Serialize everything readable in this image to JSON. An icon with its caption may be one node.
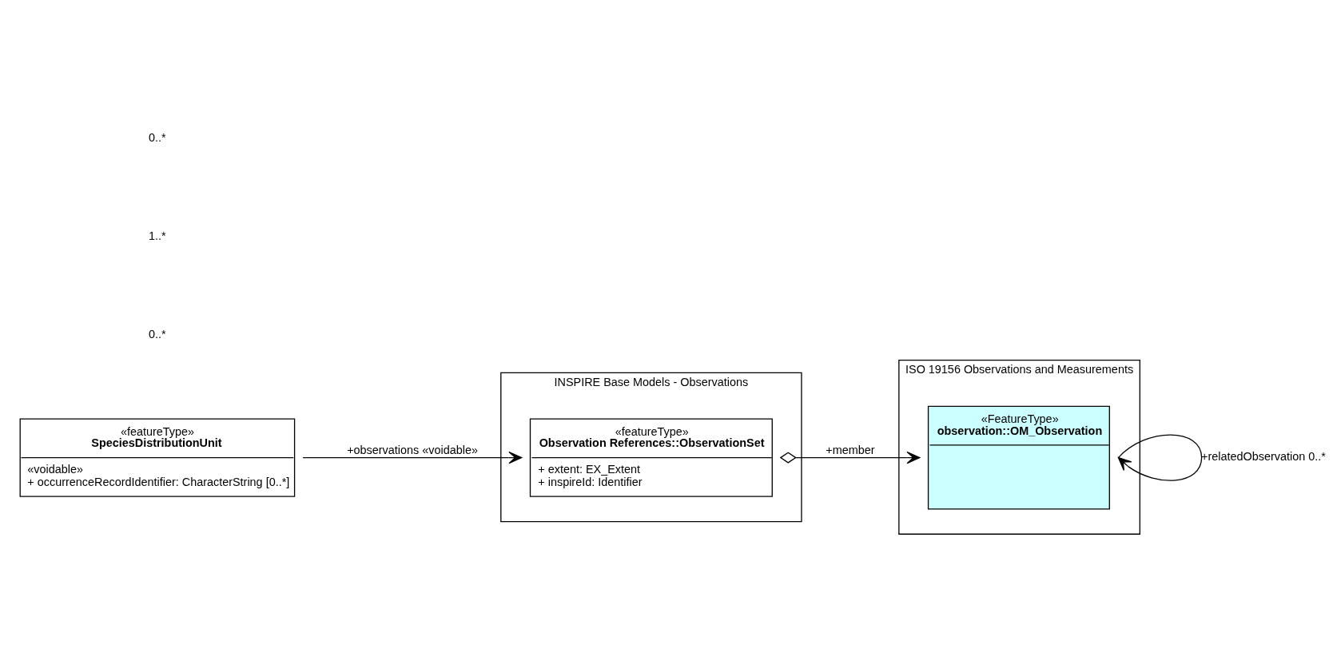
{
  "diagram": {
    "nodes": [
      {
        "text": [
          "ISO 19156 Observations and Measurements"
        ]
      },
      {
        "text": [
          "«FeatureType»",
          "observation::OM_Observation"
        ],
        "in": 0
      },
      {
        "text": [
          "INSPIRE Base Models - Observations"
        ]
      },
      {
        "text": [
          "«featureType»",
          "Observation References::ObservationSet",
          "+ extent: EX_Extent",
          "+ inspireId: Identifier"
        ],
        "in": 2
      },
      {
        "text": [
          "«featureType»",
          "SpeciesDistributionUnit",
          "«voidable»",
          "+ occurrenceRecordIdentifier: CharacterString [0..*]"
        ]
      }
    ],
    "edges": [
      {
        "from": 1,
        "to": 1,
        "arrow": "to",
        "label": "+relatedObservation 0..*"
      },
      {
        "from": 3,
        "to": 1,
        "arrow": "to",
        "label": "+member"
      },
      {
        "from": 4,
        "to": 3,
        "arrow": "to",
        "label": "+observations «voidable»"
      }
    ],
    "labels": [
      "0..*",
      "1..*",
      "0..*"
    ]
  }
}
